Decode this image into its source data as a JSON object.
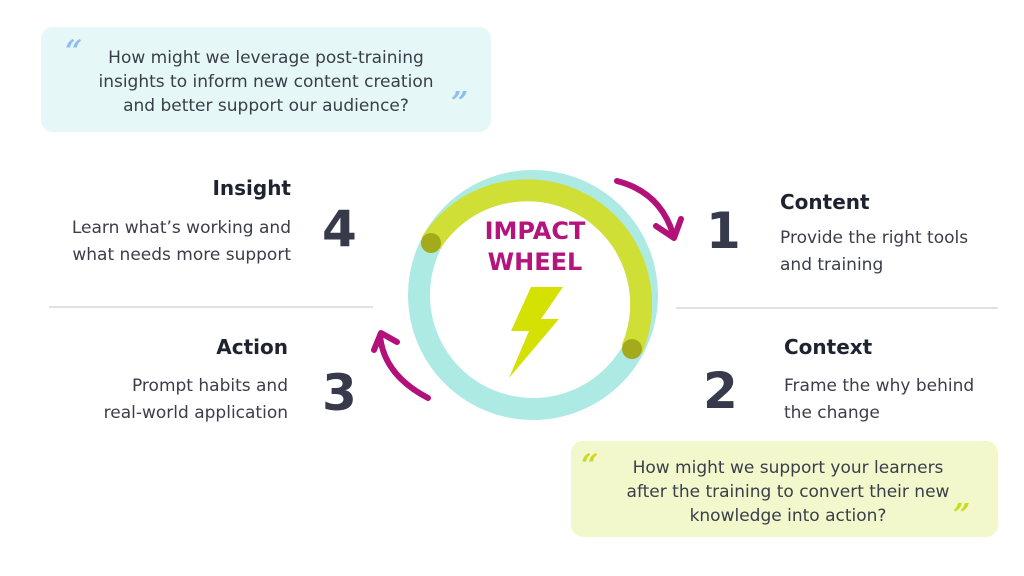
{
  "quotes": {
    "top": {
      "lines": [
        "How might we leverage post-training",
        "insights to inform new content creation",
        "and better support our audience?"
      ],
      "open_mark": "“",
      "close_mark": "”"
    },
    "bottom": {
      "lines": [
        "How might we support your learners",
        "after the training to convert their new",
        "knowledge into action?"
      ],
      "open_mark": "“",
      "close_mark": "”"
    }
  },
  "wheel": {
    "title_lines": [
      "IMPACT",
      "WHEEL"
    ],
    "icon": "lightning-bolt-icon",
    "colors": {
      "green_arc": "#cfdf35",
      "teal_arc": "#aeeae4",
      "dot": "#a3ab1c",
      "bolt": "#d5e003",
      "arrow": "#b3117a",
      "title": "#b5147d"
    }
  },
  "steps": [
    {
      "number": "1",
      "title": "Content",
      "desc": [
        "Provide the right tools",
        "and training"
      ]
    },
    {
      "number": "2",
      "title": "Context",
      "desc": [
        "Frame the why behind",
        "the change"
      ]
    },
    {
      "number": "3",
      "title": "Action",
      "desc": [
        "Prompt habits and",
        "real-world application"
      ]
    },
    {
      "number": "4",
      "title": "Insight",
      "desc": [
        "Learn what’s working and",
        "what needs more support"
      ]
    }
  ]
}
